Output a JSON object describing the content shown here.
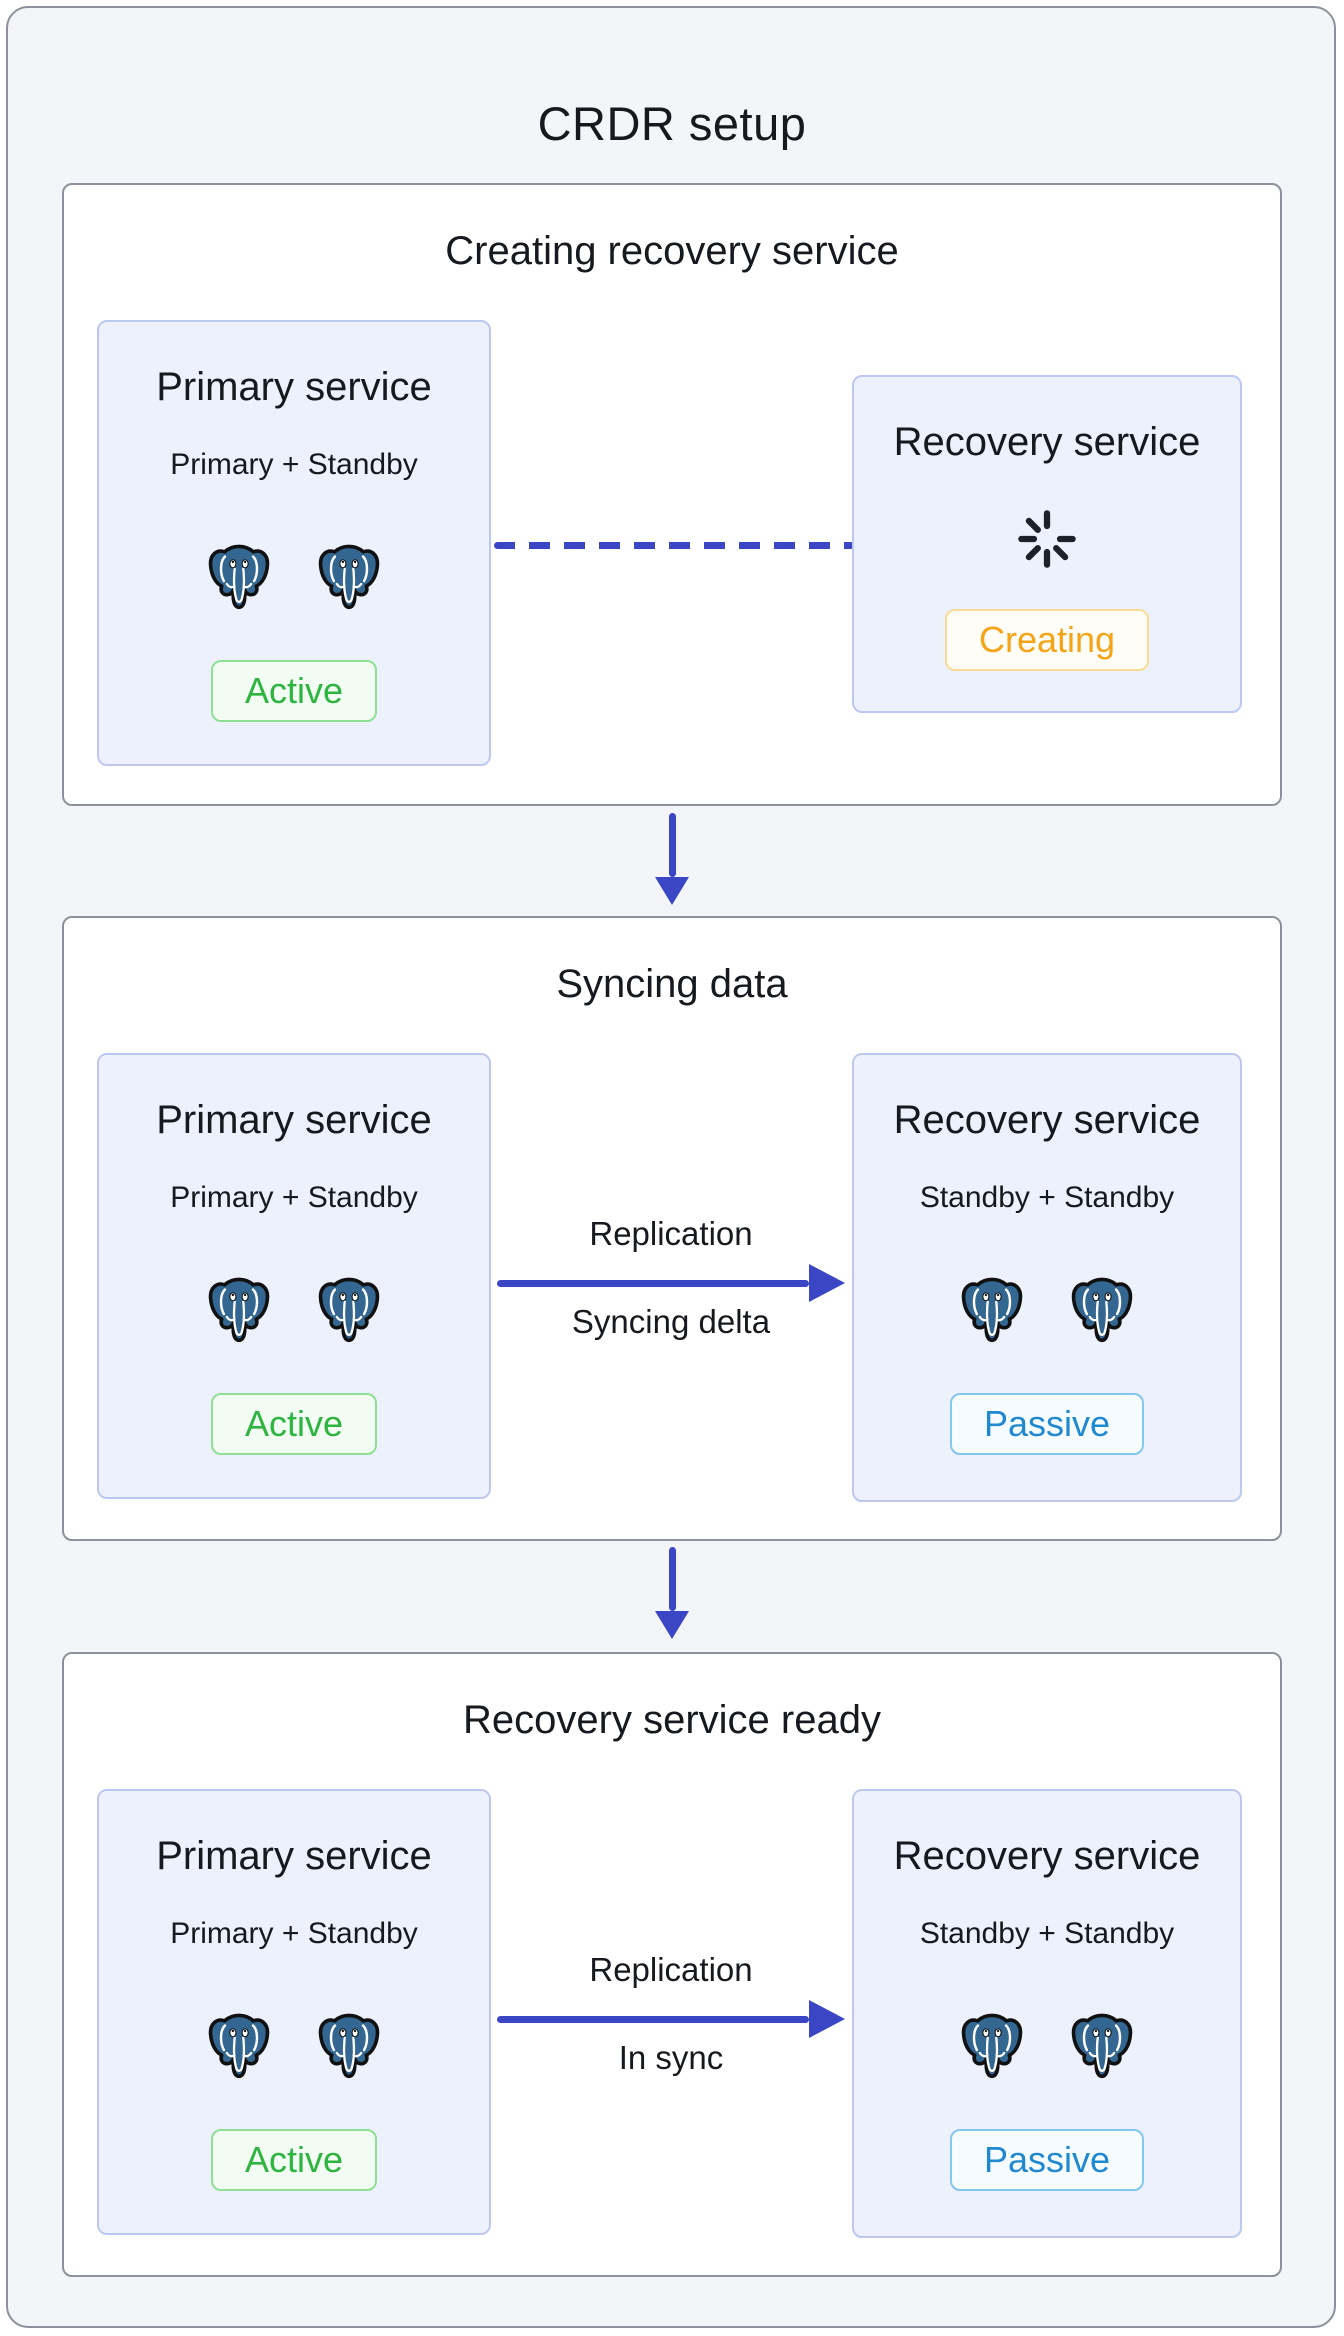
{
  "title": "CRDR setup",
  "stages": [
    {
      "title": "Creating recovery service",
      "primary": {
        "title": "Primary service",
        "subtitle": "Primary + Standby",
        "status": "Active",
        "instances": 2
      },
      "recovery": {
        "title": "Recovery service",
        "status": "Creating"
      },
      "connector": {
        "type": "dashed-line"
      }
    },
    {
      "title": "Syncing data",
      "primary": {
        "title": "Primary service",
        "subtitle": "Primary + Standby",
        "status": "Active",
        "instances": 2
      },
      "recovery": {
        "title": "Recovery service",
        "subtitle": "Standby + Standby",
        "status": "Passive",
        "instances": 2
      },
      "connector": {
        "type": "arrow",
        "label_top": "Replication",
        "label_bottom": "Syncing delta"
      }
    },
    {
      "title": "Recovery service ready",
      "primary": {
        "title": "Primary service",
        "subtitle": "Primary + Standby",
        "status": "Active",
        "instances": 2
      },
      "recovery": {
        "title": "Recovery service",
        "subtitle": "Standby + Standby",
        "status": "Passive",
        "instances": 2
      },
      "connector": {
        "type": "arrow",
        "label_top": "Replication",
        "label_bottom": "In sync"
      }
    }
  ],
  "icons": {
    "database": "postgresql-elephant-icon",
    "loading": "spinner-icon",
    "flow": "down-arrow-icon"
  },
  "colors": {
    "accent_blue": "#3a46c4",
    "status_active_green": "#2eb440",
    "status_creating_orange": "#f6a417",
    "status_passive_blue": "#2089cf",
    "card_background": "#edf1fc",
    "card_border": "#bdc8f1",
    "box_border": "#8c919b",
    "page_background": "#f4f5f8",
    "postgres_blue": "#336791"
  }
}
